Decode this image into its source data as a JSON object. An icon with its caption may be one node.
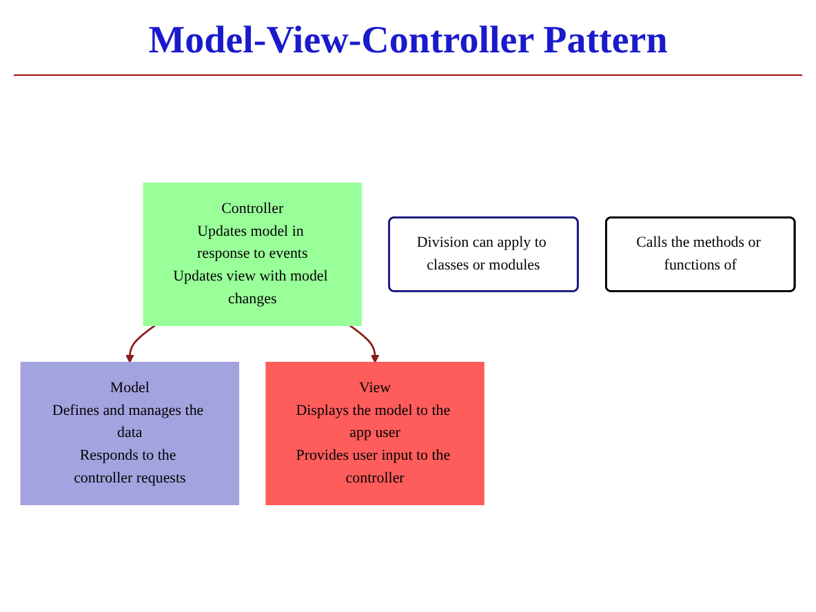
{
  "diagram": {
    "title": "Model-View-Controller Pattern",
    "nodes": [
      {
        "text": [
          "Controller",
          "Updates model in response to events",
          "Updates view with model changes"
        ]
      },
      {
        "text": [
          "Model",
          "Defines and manages the data",
          "Responds to the controller requests"
        ]
      },
      {
        "text": [
          "View",
          "Displays the model to the app user",
          "Provides user input to the controller"
        ]
      },
      {
        "text": [
          "Division can apply to classes or modules"
        ]
      },
      {
        "text": [
          "Calls the methods or functions of"
        ]
      }
    ],
    "edges": [
      {
        "from": 0,
        "to": 1,
        "arrow": "to",
        "color": "#8b1a1a"
      },
      {
        "from": 0,
        "to": 2,
        "arrow": "to",
        "color": "#8b1a1a"
      }
    ]
  }
}
